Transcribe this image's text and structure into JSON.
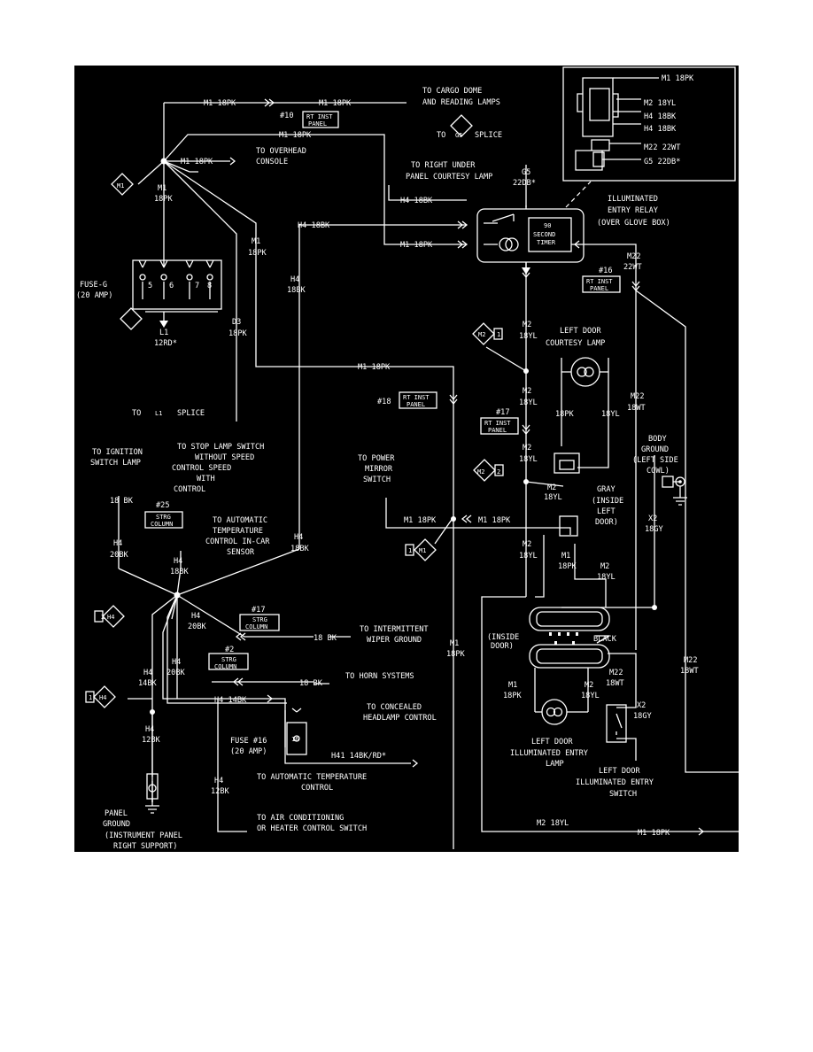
{
  "page": {
    "background": "#ffffff",
    "diagram_background": "#000000",
    "ink": "#ffffff"
  },
  "texts": {
    "m1_top": "M1 18PK",
    "m1_top2": "M1 18PK",
    "to_cargo_1": "TO CARGO DOME",
    "to_cargo_2": "AND READING LAMPS",
    "rt_panel_10": "#10",
    "rt_inst": "RT INST",
    "panel": "PANEL",
    "m1_mid": "M1 18PK",
    "to_g5": "TO",
    "g5_badge": "G5",
    "splice_g5": "SPLICE",
    "m1_console": "M1 18PK",
    "to_overhead_1": "TO OVERHEAD",
    "to_overhead_2": "CONSOLE",
    "to_right_1": "TO RIGHT UNDER",
    "to_right_2": "PANEL COURTESY LAMP",
    "g5_w": "G5",
    "g5_w2": "22DB*",
    "m1_badge": "M1",
    "m1_lbl_a": "M1",
    "m1_lbl_b": "18PK",
    "h4_18bk_a": "H4 18BK",
    "h4_18bk_b": "H4 18BK",
    "m1_18pk_r": "M1 18PK",
    "illum_1": "ILLUMINATED",
    "illum_2": "ENTRY RELAY",
    "illum_3": "(OVER GLOVE BOX)",
    "sec_90": "90",
    "sec_sec": "SECOND",
    "sec_tim": "TIMER",
    "conn_m1": "M1 18PK",
    "conn_m2": "M2 18YL",
    "conn_h4a": "H4 18BK",
    "conn_h4b": "H4 18BK",
    "conn_m22": "M22 22WT",
    "conn_g5": "G5 22DB*",
    "m22_lbl_a": "M22",
    "m22_lbl_b": "22WT",
    "rt_panel_16": "#16",
    "m1_vert_a": "M1",
    "m1_vert_b": "18PK",
    "fuse_g_1": "FUSE-G",
    "fuse_g_2": "(20 AMP)",
    "f5": "5",
    "f6": "6",
    "f7": "7",
    "f8": "8",
    "h4_v_a": "H4",
    "h4_v_b": "18BK",
    "d3_a": "D3",
    "d3_b": "18PK",
    "l1_a": "L1",
    "l1_b": "12RD*",
    "m2_badge1": "M2",
    "m2_badge1_n": "1",
    "m2_18yl_1a": "M2",
    "m2_18yl_1b": "18YL",
    "left_courtesy_1": "LEFT DOOR",
    "left_courtesy_2": "COURTESY LAMP",
    "m1_18pk_mid": "M1 18PK",
    "rt_panel_18": "#18",
    "m2_18yl_2a": "M2",
    "m2_18yl_2b": "18YL",
    "pk_18": "18PK",
    "yl_18": "18YL",
    "m22_18wt_a": "M22",
    "m22_18wt_b": "18WT",
    "to_l1": "TO",
    "l1_badge": "L1",
    "splice_l1": "SPLICE",
    "rt_panel_17": "#17",
    "m2_18yl_3a": "M2",
    "m2_18yl_3b": "18YL",
    "body_gnd_1": "BODY",
    "body_gnd_2": "GROUND",
    "body_gnd_3": "(LEFT SIDE",
    "body_gnd_4": "COWL)",
    "to_ign_1": "TO IGNITION",
    "to_ign_2": "SWITCH LAMP",
    "stop_1": "TO STOP LAMP SWITCH",
    "stop_2": "WITHOUT SPEED",
    "stop_3": "CONTROL SPEED",
    "stop_4": "WITH",
    "stop_5": "CONTROL",
    "to_pm_1": "TO POWER",
    "to_pm_2": "MIRROR",
    "to_pm_3": "SWITCH",
    "m2_badge2": "M2",
    "m2_badge2_n": "2",
    "m2_18yl_4a": "M2",
    "m2_18yl_4b": "18YL",
    "gray_1": "GRAY",
    "gray_2": "(INSIDE",
    "gray_3": "LEFT",
    "gray_4": "DOOR)",
    "bk_18": "18 BK",
    "strg_25": "#25",
    "strg": "STRG",
    "column": "COLUMN",
    "to_auto_1": "TO AUTOMATIC",
    "to_auto_2": "TEMPERATURE",
    "to_auto_3": "CONTROL IN-CAR",
    "to_auto_4": "SENSOR",
    "m1_18pk_pm": "M1 18PK",
    "m1_18pk_pm2": "M1 18PK",
    "m1_badge_pm_n": "1",
    "m1_badge_pm": "M1",
    "x2_18gy_a": "X2",
    "x2_18gy_b": "18GY",
    "h4_20bk_a": "H4",
    "h4_20bk_b": "20BK",
    "h4_18bk_c_a": "H4",
    "h4_18bk_c_b": "18BK",
    "h4_18bk_d_a": "H4",
    "h4_18bk_d_b": "18BK",
    "m2_18yl_5a": "M2",
    "m2_18yl_5b": "18YL",
    "m1_18pk_c_a": "M1",
    "m1_18pk_c_b": "18PK",
    "m2_18yl_6a": "M2",
    "m2_18yl_6b": "18YL",
    "h4_badge2_n": "2",
    "h4_badge2": "H4",
    "h4_20bk_2a": "H4",
    "h4_20bk_2b": "20BK",
    "strg_17": "#17",
    "bk_18_wiper": "18 BK",
    "to_wiper_1": "TO INTERMITTENT",
    "to_wiper_2": "WIPER GROUND",
    "inside_door_1": "(INSIDE",
    "inside_door_2": "DOOR)",
    "black": "BLACK",
    "m1_v2_a": "M1",
    "m1_v2_b": "18PK",
    "h4_14bk_a": "H4",
    "h4_14bk_b": "14BK",
    "h4_20bk_3a": "H4",
    "h4_20bk_3b": "20BK",
    "strg_2": "#2",
    "bk_18_horn": "18 BK",
    "to_horn": "TO HORN SYSTEMS",
    "m1_18pk_d_a": "M1",
    "m1_18pk_d_b": "18PK",
    "m2_18yl_7a": "M2",
    "m2_18yl_7b": "18YL",
    "m22_18wt_2a": "M22",
    "m22_18wt_2b": "18WT",
    "m22_18wt_3a": "M22",
    "m22_18wt_3b": "18WT",
    "h4_badge1_n": "1",
    "h4_badge1": "H4",
    "h4_14bk_h": "H4 14BK",
    "to_headlamp_1": "TO CONCEALED",
    "to_headlamp_2": "HEADLAMP CONTROL",
    "x2_18gy_2a": "X2",
    "x2_18gy_2b": "18GY",
    "h4_12bk_a": "H4",
    "h4_12bk_b": "12BK",
    "fuse16_1": "FUSE #16",
    "fuse16_2": "(20 AMP)",
    "f16": "16",
    "h41": "H41 14BK/RD*",
    "left_illum_1": "LEFT DOOR",
    "left_illum_2": "ILLUMINATED ENTRY",
    "left_illum_3": "LAMP",
    "to_atc_1": "TO AUTOMATIC TEMPERATURE",
    "to_atc_2": "CONTROL",
    "left_sw_1": "LEFT DOOR",
    "left_sw_2": "ILLUMINATED ENTRY",
    "left_sw_3": "SWITCH",
    "h4_12bk_2a": "H4",
    "h4_12bk_2b": "12BK",
    "panel_gnd_1": "PANEL",
    "panel_gnd_2": "GROUND",
    "panel_gnd_3": "(INSTRUMENT PANEL",
    "panel_gnd_4": "RIGHT SUPPORT)",
    "to_ac_1": "TO AIR CONDITIONING",
    "to_ac_2": "OR HEATER CONTROL SWITCH",
    "m2_18yl_bot": "M2 18YL",
    "m1_18pk_bot": "M1 18PK"
  }
}
